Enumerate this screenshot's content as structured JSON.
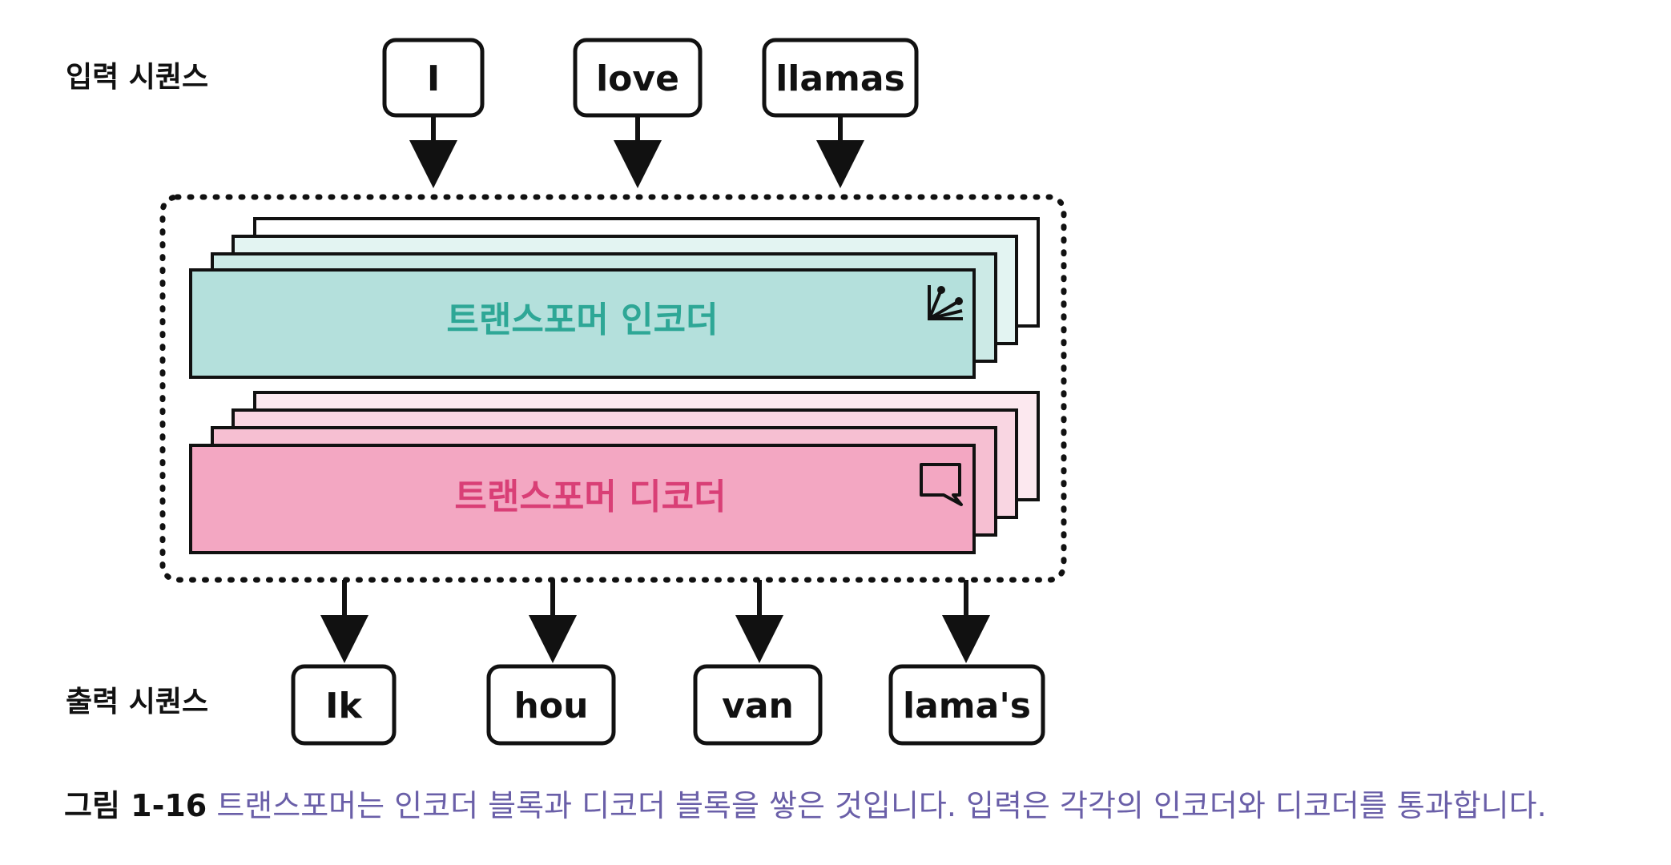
{
  "labels": {
    "input_sequence": "입력 시퀀스",
    "output_sequence": "출력 시퀀스"
  },
  "input_tokens": [
    "I",
    "love",
    "llamas"
  ],
  "output_tokens": [
    "Ik",
    "hou",
    "van",
    "lama's"
  ],
  "encoder": {
    "label": "트랜스포머 인코더",
    "icon": "embedding-vectors-icon"
  },
  "decoder": {
    "label": "트랜스포머 디코더",
    "icon": "speech-bubble-icon"
  },
  "caption": {
    "label": "그림 1-16",
    "text": "트랜스포머는 인코더 블록과 디코더 블록을 쌓은 것입니다. 입력은 각각의 인코더와 디코더를 통과합니다."
  },
  "colors": {
    "encoder_fill": "#b4e0dc",
    "encoder_text": "#2ea796",
    "decoder_fill": "#f3a7c2",
    "decoder_text": "#d93f76",
    "caption_text": "#6a5fa8"
  }
}
